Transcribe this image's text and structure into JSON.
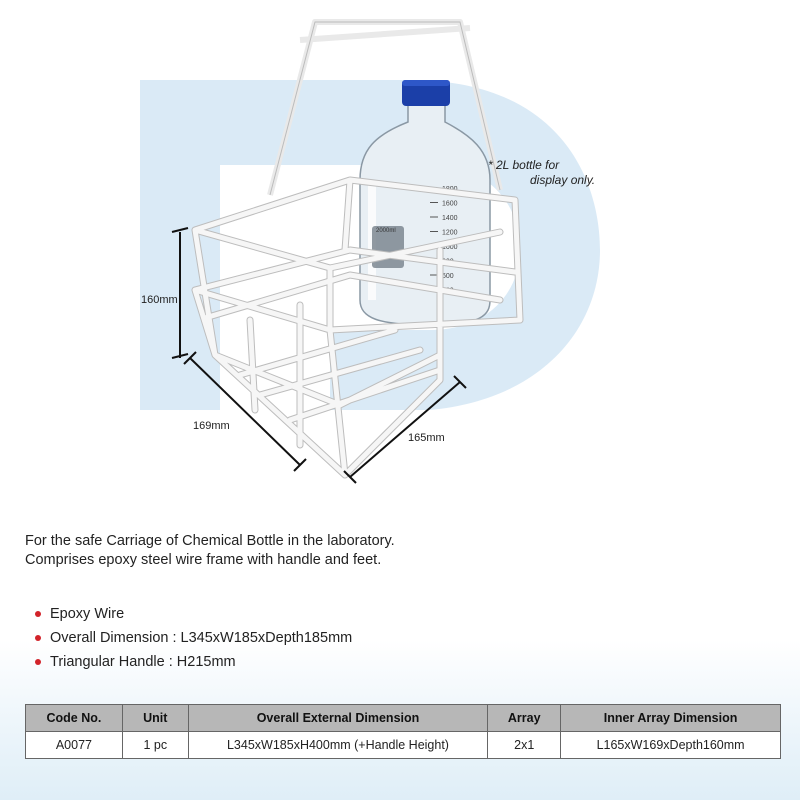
{
  "illustration": {
    "note_line1": "* 2L bottle for",
    "note_line2": "display only.",
    "dim_height": "160mm",
    "dim_width": "169mm",
    "dim_length": "165mm",
    "bottle_marks": [
      "1800",
      "1600",
      "1400",
      "1200",
      "1000",
      "800",
      "600",
      "400"
    ],
    "bottle_label": "2000ml",
    "colors": {
      "watermark": "#cfe3f3",
      "cap": "#1b3fa8",
      "wire": "#f4f4f4"
    }
  },
  "description": {
    "line1": "For the safe Carriage of Chemical Bottle in the laboratory.",
    "line2": "Comprises epoxy steel wire frame with handle and feet."
  },
  "features": [
    "Epoxy Wire",
    "Overall Dimension : L345xW185xDepth185mm",
    "Triangular Handle  : H215mm"
  ],
  "table": {
    "headers": [
      "Code No.",
      "Unit",
      "Overall External Dimension",
      "Array",
      "Inner Array Dimension"
    ],
    "rows": [
      [
        "A0077",
        "1 pc",
        "L345xW185xH400mm (+Handle Height)",
        "2x1",
        "L165xW169xDepth160mm"
      ]
    ]
  },
  "accent_color": "#d2232a"
}
